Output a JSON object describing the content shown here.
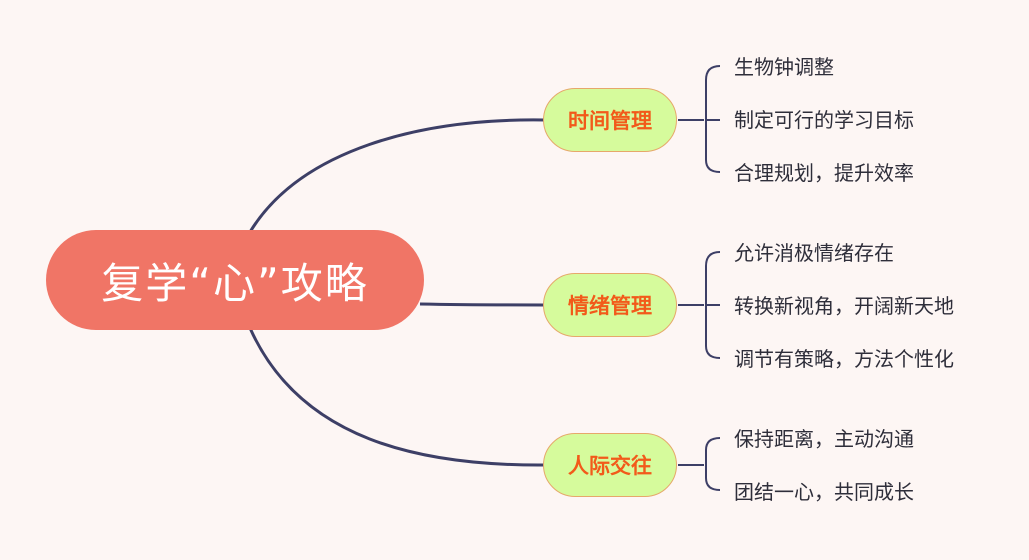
{
  "root": {
    "title": "复学“心”攻略"
  },
  "branches": [
    {
      "label": "时间管理",
      "items": [
        "生物钟调整",
        "制定可行的学习目标",
        "合理规划，提升效率"
      ]
    },
    {
      "label": "情绪管理",
      "items": [
        "允许消极情绪存在",
        "转换新视角，开阔新天地",
        "调节有策略，方法个性化"
      ]
    },
    {
      "label": "人际交往",
      "items": [
        "保持距离，主动沟通",
        "团结一心，共同成长"
      ]
    }
  ],
  "colors": {
    "background": "#fdf6f4",
    "root_fill": "#f07566",
    "branch_fill": "#d6fb9c",
    "branch_text": "#f25a1a",
    "connector": "#3d3f66"
  }
}
